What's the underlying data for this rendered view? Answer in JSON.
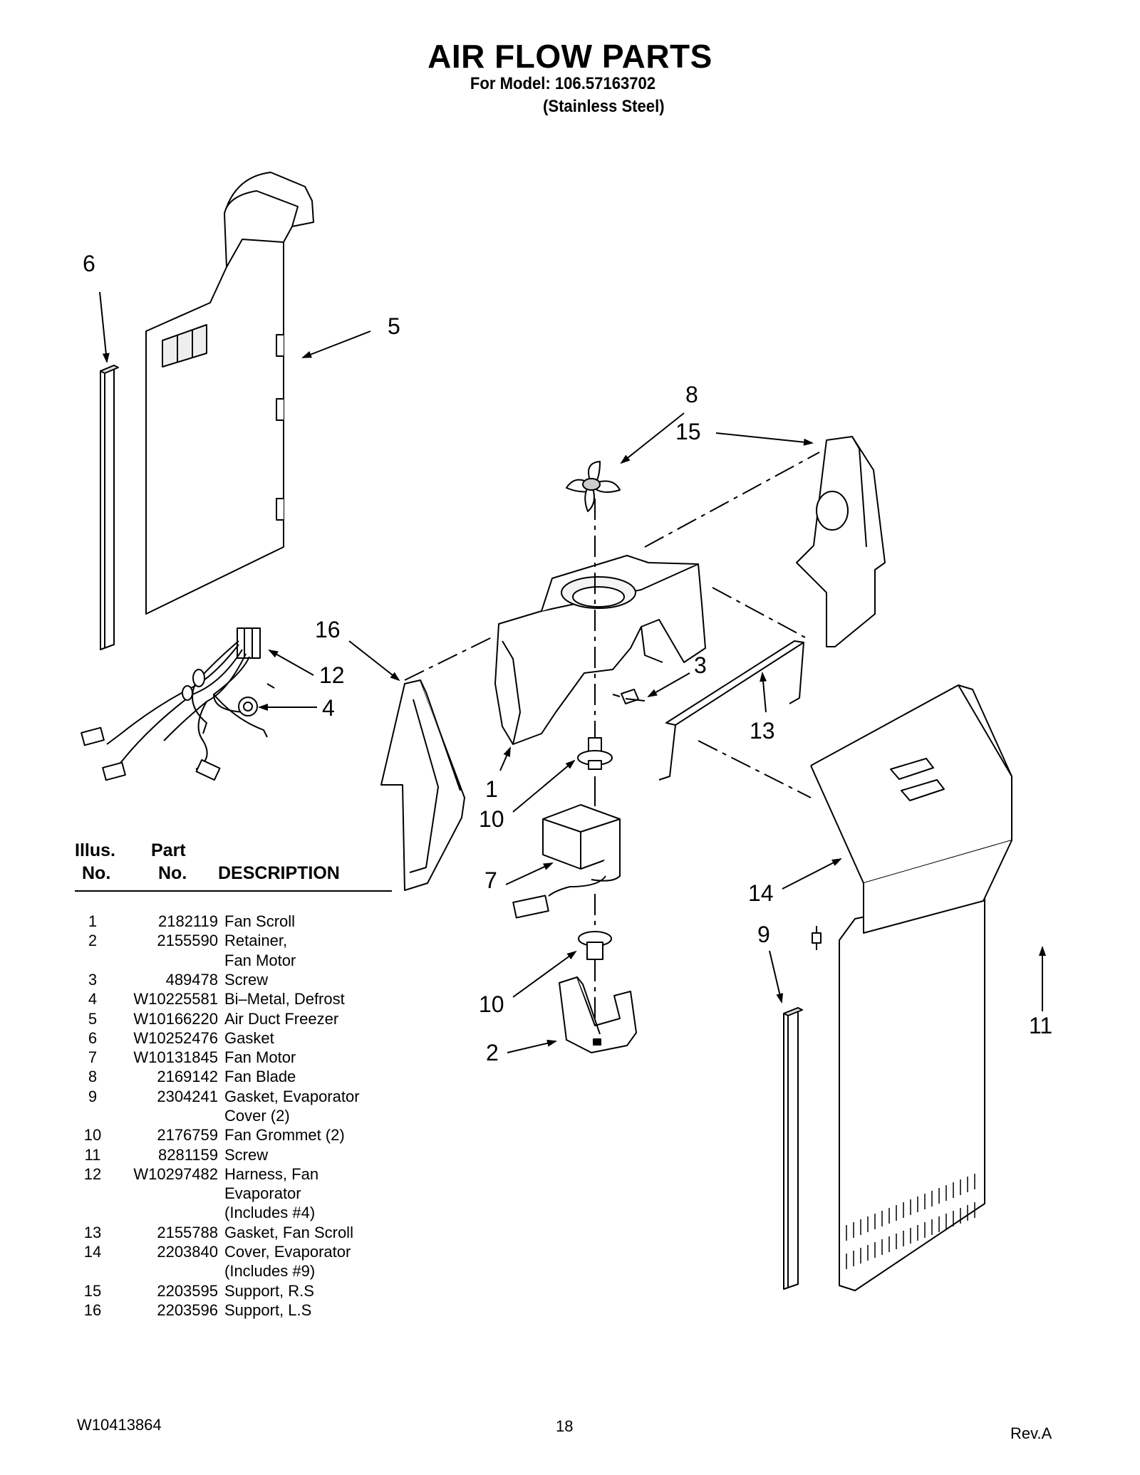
{
  "header": {
    "title": "AIR FLOW PARTS",
    "model_line": "For Model: 106.57163702",
    "finish_line": "(Stainless Steel)"
  },
  "callouts": [
    "6",
    "5",
    "8",
    "15",
    "16",
    "12",
    "4",
    "3",
    "13",
    "1",
    "10",
    "7",
    "10",
    "2",
    "14",
    "9",
    "11"
  ],
  "table": {
    "header": {
      "illus_line1": "Illus.",
      "illus_line2": "No.",
      "part_line1": "Part",
      "part_line2": "No.",
      "description": "DESCRIPTION"
    },
    "rows": [
      {
        "no": "1",
        "part": "2182119",
        "desc": [
          "Fan Scroll"
        ]
      },
      {
        "no": "2",
        "part": "2155590",
        "desc": [
          "Retainer,",
          "Fan Motor"
        ]
      },
      {
        "no": "3",
        "part": "489478",
        "desc": [
          "Screw"
        ]
      },
      {
        "no": "4",
        "part": "W10225581",
        "desc": [
          "Bi–Metal, Defrost"
        ]
      },
      {
        "no": "5",
        "part": "W10166220",
        "desc": [
          "Air Duct Freezer"
        ]
      },
      {
        "no": "6",
        "part": "W10252476",
        "desc": [
          "Gasket"
        ]
      },
      {
        "no": "7",
        "part": "W10131845",
        "desc": [
          "Fan Motor"
        ]
      },
      {
        "no": "8",
        "part": "2169142",
        "desc": [
          "Fan Blade"
        ]
      },
      {
        "no": "9",
        "part": "2304241",
        "desc": [
          "Gasket, Evaporator",
          "Cover (2)"
        ]
      },
      {
        "no": "10",
        "part": "2176759",
        "desc": [
          "Fan Grommet (2)"
        ]
      },
      {
        "no": "11",
        "part": "8281159",
        "desc": [
          "Screw"
        ]
      },
      {
        "no": "12",
        "part": "W10297482",
        "desc": [
          "Harness, Fan",
          "Evaporator",
          "(Includes #4)"
        ]
      },
      {
        "no": "13",
        "part": "2155788",
        "desc": [
          "Gasket, Fan Scroll"
        ]
      },
      {
        "no": "14",
        "part": "2203840",
        "desc": [
          "Cover, Evaporator",
          "(Includes #9)"
        ]
      },
      {
        "no": "15",
        "part": "2203595",
        "desc": [
          "Support, R.S"
        ]
      },
      {
        "no": "16",
        "part": "2203596",
        "desc": [
          "Support, L.S"
        ]
      }
    ]
  },
  "footer": {
    "doc_number": "W10413864",
    "page_number": "18",
    "revision": "Rev.A"
  }
}
